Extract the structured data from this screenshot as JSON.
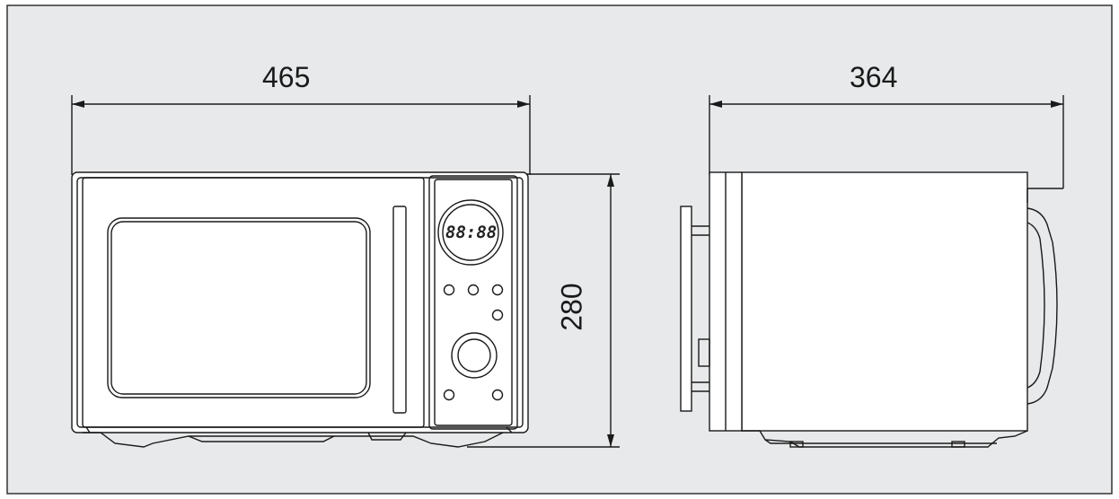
{
  "dimensions": {
    "front_width": "465",
    "side_depth": "364",
    "height": "280"
  },
  "display": {
    "readout": "88:88"
  },
  "colors": {
    "background": "#e8e9ea",
    "line": "#1a1a1a",
    "panel": "#ffffff"
  }
}
